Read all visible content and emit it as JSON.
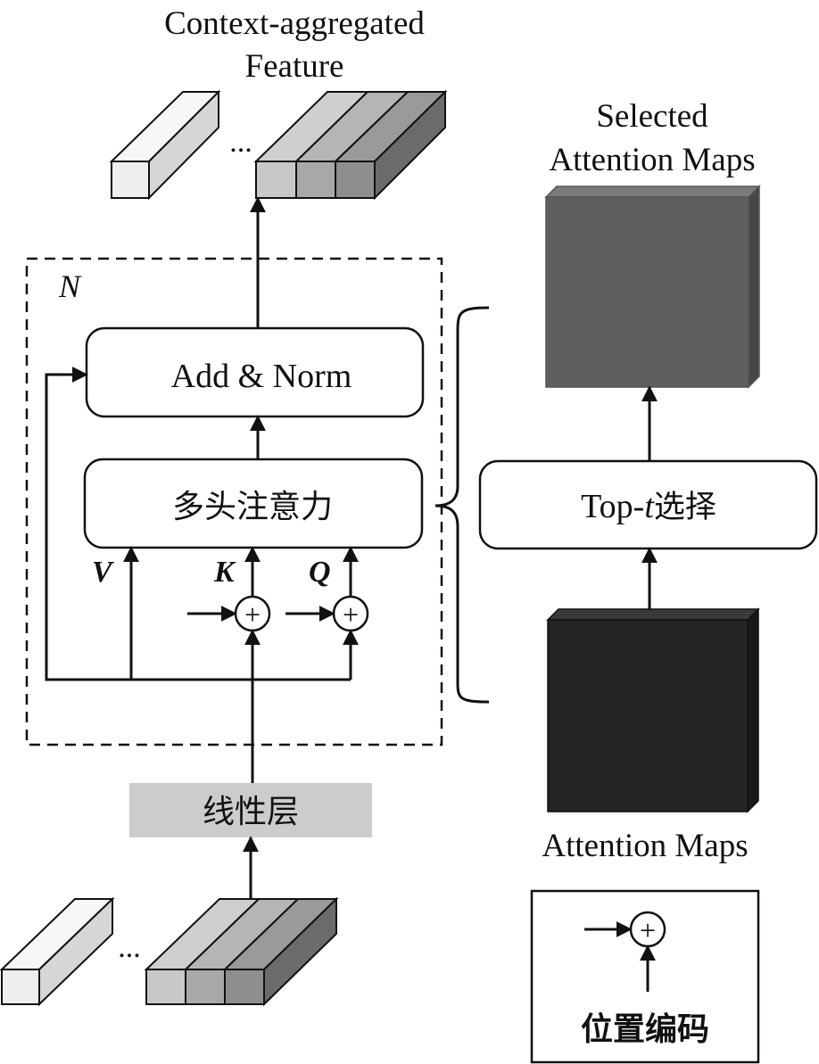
{
  "output_label_line1": "Context-aggregated",
  "output_label_line2": "Feature",
  "ellipsis": "...",
  "block_repeat_label": "N",
  "add_norm_label": "Add & Norm",
  "mhsa_label": "多头注意力",
  "linear_label": "线性层",
  "v_label": "V",
  "k_label": "K",
  "q_label": "Q",
  "plus_symbol": "+",
  "topt_prefix": "Top-",
  "topt_var": "t",
  "topt_suffix": "选择",
  "selected_label_line1": "Selected",
  "selected_label_line2": "Attention Maps",
  "attention_maps_label": "Attention Maps",
  "legend_label": "位置编码",
  "colors": {
    "stroke": "#111111",
    "linear_fill": "#cccccc",
    "selected_map_front": "#5f5f5f",
    "attention_map_front": "#242424"
  }
}
